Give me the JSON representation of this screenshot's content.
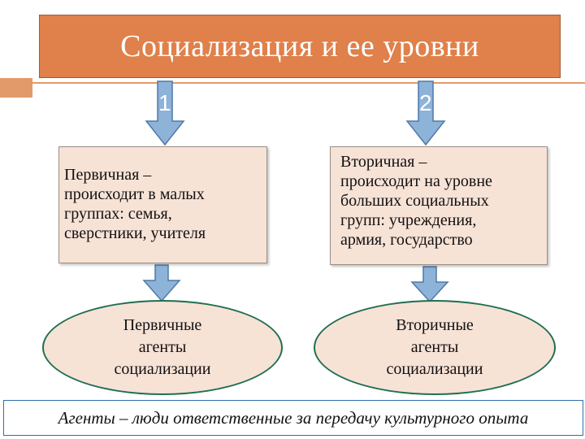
{
  "title": "Социализация и ее уровни",
  "levels": [
    {
      "number": "1",
      "description": "Первичная –\nпроисходит в малых\nгруппах: семья,\nсверстники, учителя",
      "agents": "Первичные\nагенты\nсоциализации"
    },
    {
      "number": "2",
      "description": "Вторичная –\nпроисходит на уровне\nбольших социальных\nгрупп: учреждения,\nармия, государство",
      "agents": "Вторичные\nагенты\nсоциализации"
    }
  ],
  "footer": "Агенты – люди ответственные за передачу культурного опыта",
  "colors": {
    "title_fill": "#e0804a",
    "box_fill": "#f7e2d6",
    "arrow_fill": "#8db3d9",
    "ellipse_border": "#1f6f50"
  }
}
